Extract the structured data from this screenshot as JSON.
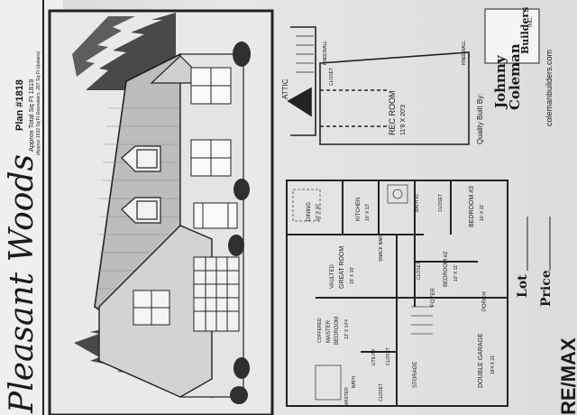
{
  "flyer": {
    "plan_title": "Plan #1818",
    "plan_sqft": "Approx Total Sq Ft 1819",
    "plan_note": "(Approx 1532 Sq Ft Downstairs, 287 Sq Ft Upstairs)",
    "community_name": "Pleasant Woods",
    "builder_prefix": "Quality Built By:",
    "builder_logo_line1": "Johnny",
    "builder_logo_line2": "Coleman",
    "builder_logo_line3": "Builders",
    "builder_logo_suffix": "INC.",
    "builder_site": "colemanbuilders.com",
    "lot_label": "Lot",
    "price_label": "Price",
    "brand_partial": "RE/MAX"
  },
  "attic_plan": {
    "attic_label": "ATTIC",
    "rec_room": "REC ROOM",
    "rec_room_size": "11'8 X 20'3",
    "closet": "CLOSET",
    "kneewall_top": "KNEEWALL",
    "kneewall_bottom": "KNEEWALL"
  },
  "floor_plan": {
    "dining": "DINING",
    "dining_size": "10' X 10'",
    "kitchen": "KITCHEN",
    "kitchen_size": "10' X 13'",
    "bath2": "BATH #2",
    "bath2_closet": "CLOSET",
    "bedroom3": "BEDROOM #3",
    "bedroom3_size": "10' X 11'",
    "snack_bar": "SNACK BAR",
    "great_room": "GREAT ROOM",
    "great_room_note": "VAULTED",
    "great_room_size": "15' X 19'",
    "bedroom2": "BEDROOM #2",
    "bedroom2_size": "10' X 11'",
    "bedroom2_closet": "CLOSET",
    "porch": "PORCH",
    "foyer": "FOYER",
    "master_note": "COFFERED",
    "master": "MASTER",
    "master_bedroom": "BEDROOM",
    "master_size": "12' X 14'4",
    "utility": "UTILITY",
    "utility_closet": "CLOSET",
    "storage": "STORAGE",
    "garage": "DOUBLE GARAGE",
    "garage_size": "18'4 X 21'",
    "master_bath": "MASTER",
    "bath_label": "BATH",
    "master_closet": "CLOSET"
  }
}
